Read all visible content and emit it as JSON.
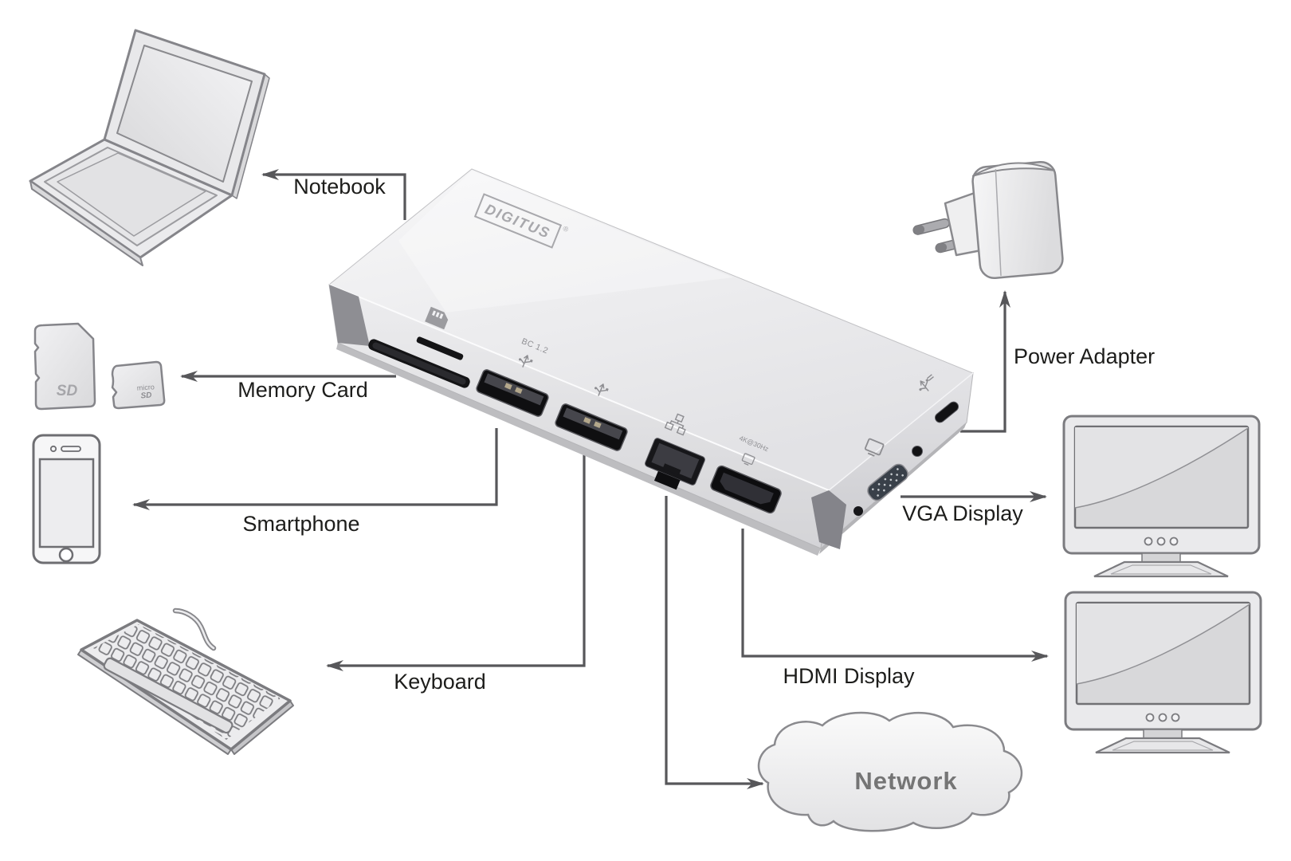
{
  "labels": {
    "notebook": "Notebook",
    "memory_card": "Memory Card",
    "smartphone": "Smartphone",
    "keyboard": "Keyboard",
    "power_adapter": "Power Adapter",
    "vga_display": "VGA Display",
    "hdmi_display": "HDMI Display",
    "network": "Network"
  },
  "dock": {
    "brand": "DIGITUS",
    "registered_mark": "®",
    "usb_fast_charge_label": "BC 1.2",
    "hdmi_resolution_label": "4K@30Hz"
  },
  "memory_cards": {
    "sd_logo": "SD",
    "micro_sd_logo_line1": "micro",
    "micro_sd_logo_line2": "SD"
  },
  "colors": {
    "background": "#ffffff",
    "connector_line": "#57575a",
    "label_text": "#1d1d1b",
    "network_text": "#757575",
    "device_outline": "#85858a",
    "port_black": "#141416"
  }
}
